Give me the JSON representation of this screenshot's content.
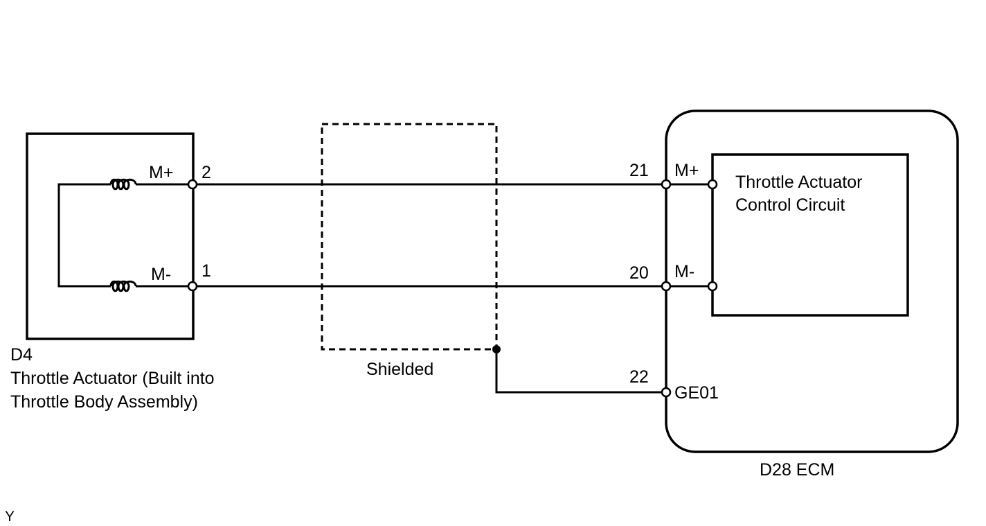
{
  "actuator": {
    "connector_id": "D4",
    "name_line1": "Throttle Actuator (Built into",
    "name_line2": "Throttle Body Assembly)",
    "pin_m_plus": {
      "label": "M+",
      "number": "2"
    },
    "pin_m_minus": {
      "label": "M-",
      "number": "1"
    }
  },
  "shield": {
    "label": "Shielded"
  },
  "ecm": {
    "label": "D28  ECM",
    "pin_m_plus": {
      "number": "21",
      "label": "M+"
    },
    "pin_m_minus": {
      "number": "20",
      "label": "M-"
    },
    "pin_ground": {
      "number": "22",
      "label": "GE01"
    },
    "circuit": {
      "line1": "Throttle Actuator",
      "line2": "Control Circuit"
    }
  },
  "footer_code": "Y"
}
